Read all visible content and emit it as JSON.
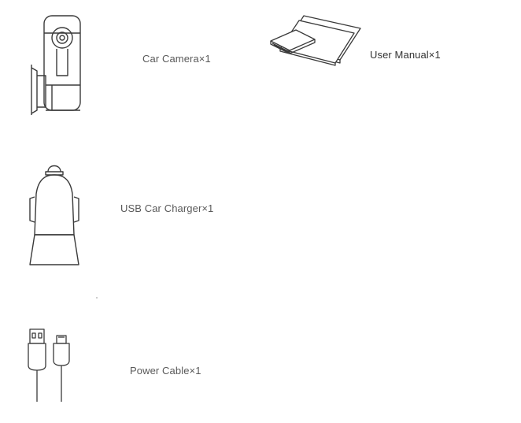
{
  "items": [
    {
      "id": "car-camera",
      "label": "Car Camera×1",
      "icon": "car-camera-icon"
    },
    {
      "id": "user-manual",
      "label": "User Manual×1",
      "icon": "user-manual-icon"
    },
    {
      "id": "usb-car-charger",
      "label": "USB Car Charger×1",
      "icon": "usb-car-charger-icon"
    },
    {
      "id": "power-cable",
      "label": "Power Cable×1",
      "icon": "power-cable-icon"
    }
  ],
  "colors": {
    "stroke": "#3a3a3a",
    "label": "#595959",
    "background": "#ffffff"
  }
}
